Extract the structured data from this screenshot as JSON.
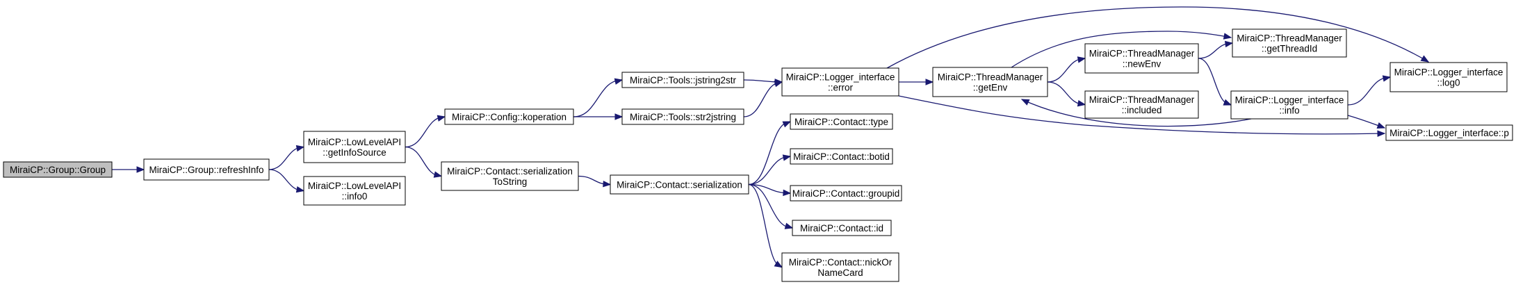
{
  "graph": {
    "colors": {
      "edge": "#191970",
      "root_fill": "#bfbfbf",
      "node_fill": "#ffffff",
      "border": "#000000"
    },
    "nodes": {
      "group_group": {
        "lines": [
          "MiraiCP::Group::Group"
        ]
      },
      "refresh_info": {
        "lines": [
          "MiraiCP::Group::refreshInfo"
        ]
      },
      "get_info_source": {
        "lines": [
          "MiraiCP::LowLevelAPI",
          "::getInfoSource"
        ]
      },
      "info0": {
        "lines": [
          "MiraiCP::LowLevelAPI",
          "::info0"
        ]
      },
      "koperation": {
        "lines": [
          "MiraiCP::Config::koperation"
        ]
      },
      "serialization_tostring": {
        "lines": [
          "MiraiCP::Contact::serialization",
          "ToString"
        ]
      },
      "jstring2str": {
        "lines": [
          "MiraiCP::Tools::jstring2str"
        ]
      },
      "str2jstring": {
        "lines": [
          "MiraiCP::Tools::str2jstring"
        ]
      },
      "serialization": {
        "lines": [
          "MiraiCP::Contact::serialization"
        ]
      },
      "logger_error": {
        "lines": [
          "MiraiCP::Logger_interface",
          "::error"
        ]
      },
      "contact_type": {
        "lines": [
          "MiraiCP::Contact::type"
        ]
      },
      "contact_botid": {
        "lines": [
          "MiraiCP::Contact::botid"
        ]
      },
      "contact_groupid": {
        "lines": [
          "MiraiCP::Contact::groupid"
        ]
      },
      "contact_id": {
        "lines": [
          "MiraiCP::Contact::id"
        ]
      },
      "contact_nickornamecard": {
        "lines": [
          "MiraiCP::Contact::nickOr",
          "NameCard"
        ]
      },
      "get_env": {
        "lines": [
          "MiraiCP::ThreadManager",
          "::getEnv"
        ]
      },
      "new_env": {
        "lines": [
          "MiraiCP::ThreadManager",
          "::newEnv"
        ]
      },
      "included": {
        "lines": [
          "MiraiCP::ThreadManager",
          "::included"
        ]
      },
      "get_thread_id": {
        "lines": [
          "MiraiCP::ThreadManager",
          "::getThreadId"
        ]
      },
      "logger_info": {
        "lines": [
          "MiraiCP::Logger_interface",
          "::info"
        ]
      },
      "logger_log0": {
        "lines": [
          "MiraiCP::Logger_interface",
          "::log0"
        ]
      },
      "logger_p": {
        "lines": [
          "MiraiCP::Logger_interface::p"
        ]
      }
    },
    "edges": [
      [
        "group_group",
        "refresh_info"
      ],
      [
        "refresh_info",
        "get_info_source"
      ],
      [
        "refresh_info",
        "info0"
      ],
      [
        "get_info_source",
        "koperation"
      ],
      [
        "get_info_source",
        "serialization_tostring"
      ],
      [
        "koperation",
        "jstring2str"
      ],
      [
        "koperation",
        "str2jstring"
      ],
      [
        "jstring2str",
        "logger_error"
      ],
      [
        "str2jstring",
        "logger_error"
      ],
      [
        "serialization_tostring",
        "serialization"
      ],
      [
        "serialization",
        "contact_type"
      ],
      [
        "serialization",
        "contact_botid"
      ],
      [
        "serialization",
        "contact_groupid"
      ],
      [
        "serialization",
        "contact_id"
      ],
      [
        "serialization",
        "contact_nickornamecard"
      ],
      [
        "logger_error",
        "get_env"
      ],
      [
        "logger_error",
        "logger_log0"
      ],
      [
        "logger_error",
        "logger_p"
      ],
      [
        "get_env",
        "new_env"
      ],
      [
        "get_env",
        "included"
      ],
      [
        "get_env",
        "get_thread_id"
      ],
      [
        "new_env",
        "get_thread_id"
      ],
      [
        "new_env",
        "logger_info"
      ],
      [
        "logger_info",
        "get_env"
      ],
      [
        "logger_info",
        "logger_log0"
      ],
      [
        "logger_info",
        "logger_p"
      ]
    ]
  }
}
